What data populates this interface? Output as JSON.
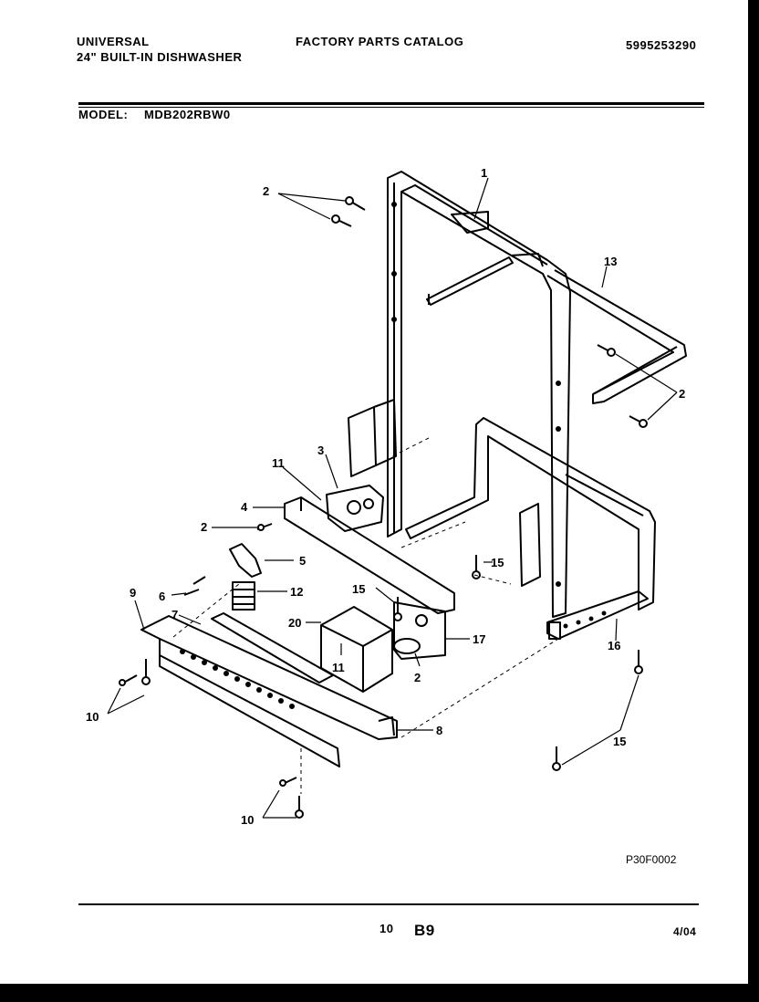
{
  "header": {
    "brand": "UNIVERSAL",
    "product": "24\" BUILT-IN DISHWASHER",
    "catalog_title": "FACTORY PARTS CATALOG",
    "catalog_number": "5995253290",
    "model_label": "MODEL:",
    "model_number": "MDB202RBW0"
  },
  "diagram": {
    "callouts": [
      "1",
      "2",
      "2",
      "3",
      "4",
      "2",
      "11",
      "5",
      "6",
      "12",
      "7",
      "9",
      "20",
      "15",
      "15",
      "17",
      "11",
      "2",
      "8",
      "10",
      "10",
      "15",
      "16",
      "15",
      "13"
    ],
    "figure_code": "P30F0002"
  },
  "footer": {
    "page_number": "10",
    "section": "B9",
    "date": "4/04"
  }
}
